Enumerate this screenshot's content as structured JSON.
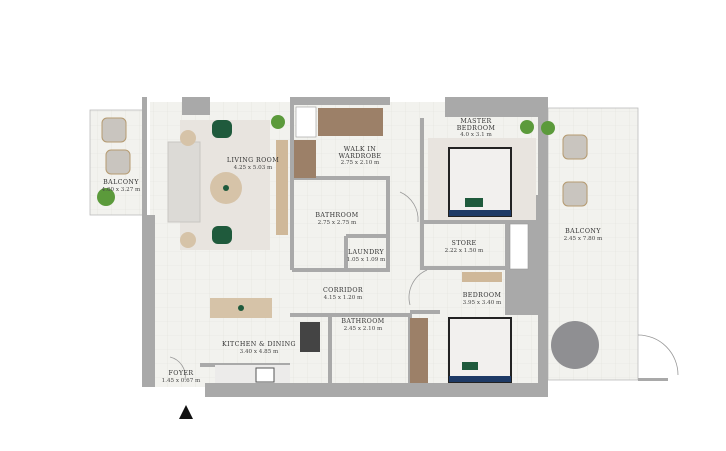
{
  "rooms": [
    {
      "name": "BALCONY",
      "dims": "4.60 x 3.27 m"
    },
    {
      "name": "LIVING ROOM",
      "dims": "4.25 x 5.03 m"
    },
    {
      "name": "WALK IN",
      "name2": "WARDROBE",
      "dims": "2.75 x 2.10 m"
    },
    {
      "name": "MASTER",
      "name2": "BEDROOM",
      "dims": "4.0 x 3.1 m"
    },
    {
      "name": "BATHROOM",
      "dims": "2.75 x 2.75 m"
    },
    {
      "name": "LAUNDRY",
      "dims": "1.05 x 1.09 m"
    },
    {
      "name": "STORE",
      "dims": "2.22 x 1.50 m"
    },
    {
      "name": "BALCONY",
      "dims": "2.45 x 7.80 m"
    },
    {
      "name": "CORRIDOR",
      "dims": "4.15 x 1.20 m"
    },
    {
      "name": "BEDROOM",
      "dims": "3.95 x 3.40 m"
    },
    {
      "name": "BATHROOM",
      "dims": "2.45 x 2.10 m"
    },
    {
      "name": "KITCHEN & DINING",
      "dims": "3.40 x 4.85 m"
    },
    {
      "name": "FOYER",
      "dims": "1.45 x 0.67 m"
    }
  ],
  "entrance_icon": "triangle-up-arrow",
  "colors": {
    "wall": "#a9a9a9",
    "floor": "#f2f2ee",
    "accent_green": "#1f5a3c",
    "wood": "#9c8068"
  }
}
